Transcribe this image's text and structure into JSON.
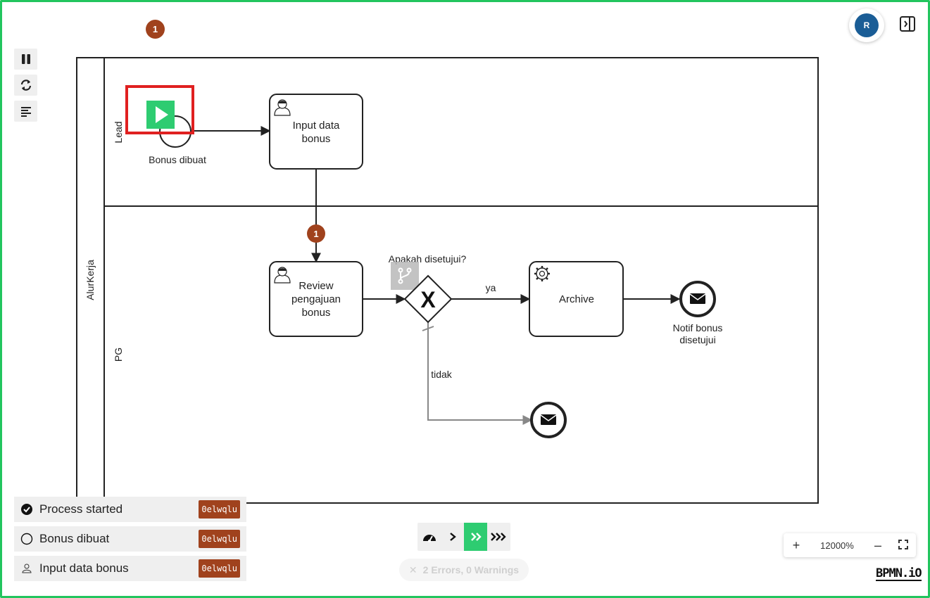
{
  "canvas": {
    "top_badge": "1",
    "pool_name": "AlurKerja",
    "lanes": [
      "Lead",
      "PG"
    ],
    "elements": {
      "start_event_label": "Bonus dibuat",
      "task_input_line1": "Input data",
      "task_input_line2": "bonus",
      "task_review_line1": "Review",
      "task_review_line2": "pengajuan",
      "task_review_line3": "bonus",
      "gateway_label": "Apakah disetujui?",
      "gateway_marker": "X",
      "task_archive": "Archive",
      "end_event_label_line1": "Notif bonus",
      "end_event_label_line2": "disetujui",
      "flow_yes": "ya",
      "flow_no": "tidak",
      "token_badge": "1"
    }
  },
  "toolbar": {
    "pause_icon": "pause-icon",
    "reset_icon": "refresh-icon",
    "log_icon": "log-lines-icon"
  },
  "user": {
    "avatar_initial": "R"
  },
  "log": [
    {
      "label": "Process started",
      "icon": "check-circle-icon",
      "tag": "0elwqlu"
    },
    {
      "label": "Bonus dibuat",
      "icon": "circle-icon",
      "tag": "0elwqlu"
    },
    {
      "label": "Input data bonus",
      "icon": "user-icon",
      "tag": "0elwqlu"
    }
  ],
  "speed": {
    "active": "fast"
  },
  "status": {
    "errors_text": "2 Errors, 0 Warnings"
  },
  "zoom": {
    "plus": "+",
    "level": "12000%",
    "minus": "–"
  },
  "brand": "BPMN.iO",
  "colors": {
    "accent_green": "#2ecc71",
    "token_brown": "#a0421d",
    "highlight_red": "#e02020",
    "avatar_blue": "#1a5d96"
  }
}
